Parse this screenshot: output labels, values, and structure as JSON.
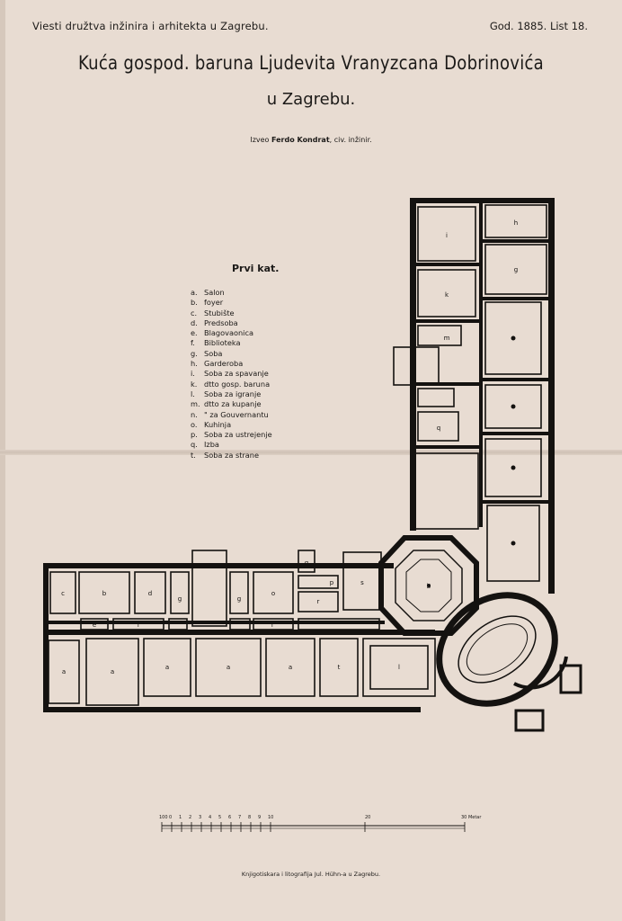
{
  "header": {
    "journal": "Viesti družtva inžinira i arhitekta u Zagrebu.",
    "issue": "God. 1885.  List 18."
  },
  "title": "Kuća gospod. baruna Ljudevita Vranyzcana Dobrinovića",
  "subtitle": "u Zagrebu.",
  "author": {
    "prefix": "Izveo",
    "name": "Ferdo Kondrat",
    "suffix": ", civ. inžinir."
  },
  "floor_title": "Prvi kat.",
  "legend": [
    {
      "key": "a.",
      "label": "Salon"
    },
    {
      "key": "b.",
      "label": "foyer"
    },
    {
      "key": "c.",
      "label": "Stubište"
    },
    {
      "key": "d.",
      "label": "Predsoba"
    },
    {
      "key": "e.",
      "label": "Blagovaonica"
    },
    {
      "key": "f.",
      "label": "Biblioteka"
    },
    {
      "key": "g.",
      "label": "Soba"
    },
    {
      "key": "h.",
      "label": "Garderoba"
    },
    {
      "key": "i.",
      "label": "Soba za spavanje"
    },
    {
      "key": "k.",
      "label": "dtto gosp. baruna"
    },
    {
      "key": "l.",
      "label": "Soba za igranje"
    },
    {
      "key": "m.",
      "label": "dtto za kupanje"
    },
    {
      "key": "n.",
      "label": "\"  za Gouvernantu"
    },
    {
      "key": "o.",
      "label": "Kuhinja"
    },
    {
      "key": "p.",
      "label": "Soba za ustrejenje"
    },
    {
      "key": "q.",
      "label": "Izba"
    },
    {
      "key": "t.",
      "label": "Soba za strane"
    }
  ],
  "scale": {
    "ticks": [
      "100",
      "0",
      "1",
      "2",
      "3",
      "4",
      "5",
      "6",
      "7",
      "8",
      "9",
      "10"
    ],
    "mid_label": "20",
    "end_label": "30 Metar"
  },
  "printer": "Knjigotiskara i litografija Jul. Hühn-a u Zagrebu.",
  "colors": {
    "paper": "#e8dcd2",
    "ink": "#1c1a18",
    "wall": "#141210"
  }
}
